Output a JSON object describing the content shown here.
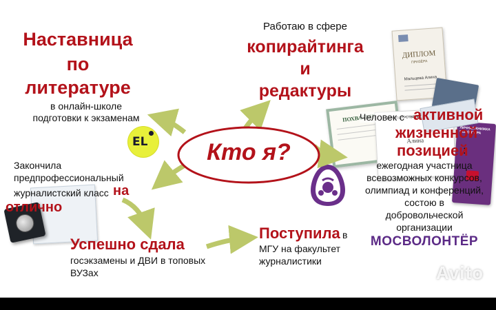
{
  "center": {
    "title": "Кто я?"
  },
  "top_left": {
    "heading_1": "Наставница",
    "heading_2": "по",
    "heading_3": "литературе",
    "sub_1": "в онлайн-школе",
    "sub_2": "подготовки к экзаменам"
  },
  "top_center": {
    "intro": "Работаю в сфере",
    "heading_1": "копирайтинга",
    "heading_2": "и",
    "heading_3": "редактуры"
  },
  "left_mid": {
    "line_1": "Закончила",
    "line_2": "предпрофессиональный",
    "line_3": "журналистский класс",
    "hl_1": "на",
    "hl_2": "отлично"
  },
  "bottom_left": {
    "heading": "Успешно сдала",
    "sub_1": "госэкзамены и ДВИ в топовых",
    "sub_2": "ВУЗах"
  },
  "bottom_center": {
    "heading": "Поступила",
    "tail": "в",
    "sub_1": "МГУ на факультет",
    "sub_2": "журналистики"
  },
  "right": {
    "lead": "Человек с",
    "hl_1": "активной",
    "hl_2": "жизненной",
    "hl_3": "позицией",
    "colon": ":",
    "line_1": "ежегодная участница",
    "line_2": "всевозможных конкурсов,",
    "line_3": "олимпиад и конференций,",
    "line_4": "состою в",
    "line_5": "добровольческой",
    "line_6": "организации",
    "org": "МОСВОЛОНТЁР"
  },
  "images": {
    "diploma_title": "ДИПЛОМ",
    "diploma_sub": "ПРИЗЁРА",
    "diploma_name": "Мальцева Алина",
    "cert_title": "ПОХВАЛЬНЫЙ",
    "el_logo": "EL",
    "letter_title": "БЛАГОДАРСТВЕННОЕ ПИСЬМО",
    "letter_name": "Алина",
    "volunteer_book": "ЛИЧНАЯ КНИЖКА ВОЛОНТЁРА"
  },
  "watermark": {
    "text": "Avito"
  },
  "colors": {
    "accent_red": "#b3121a",
    "arrow_green": "#bcc86a",
    "purple": "#5b2a86"
  }
}
